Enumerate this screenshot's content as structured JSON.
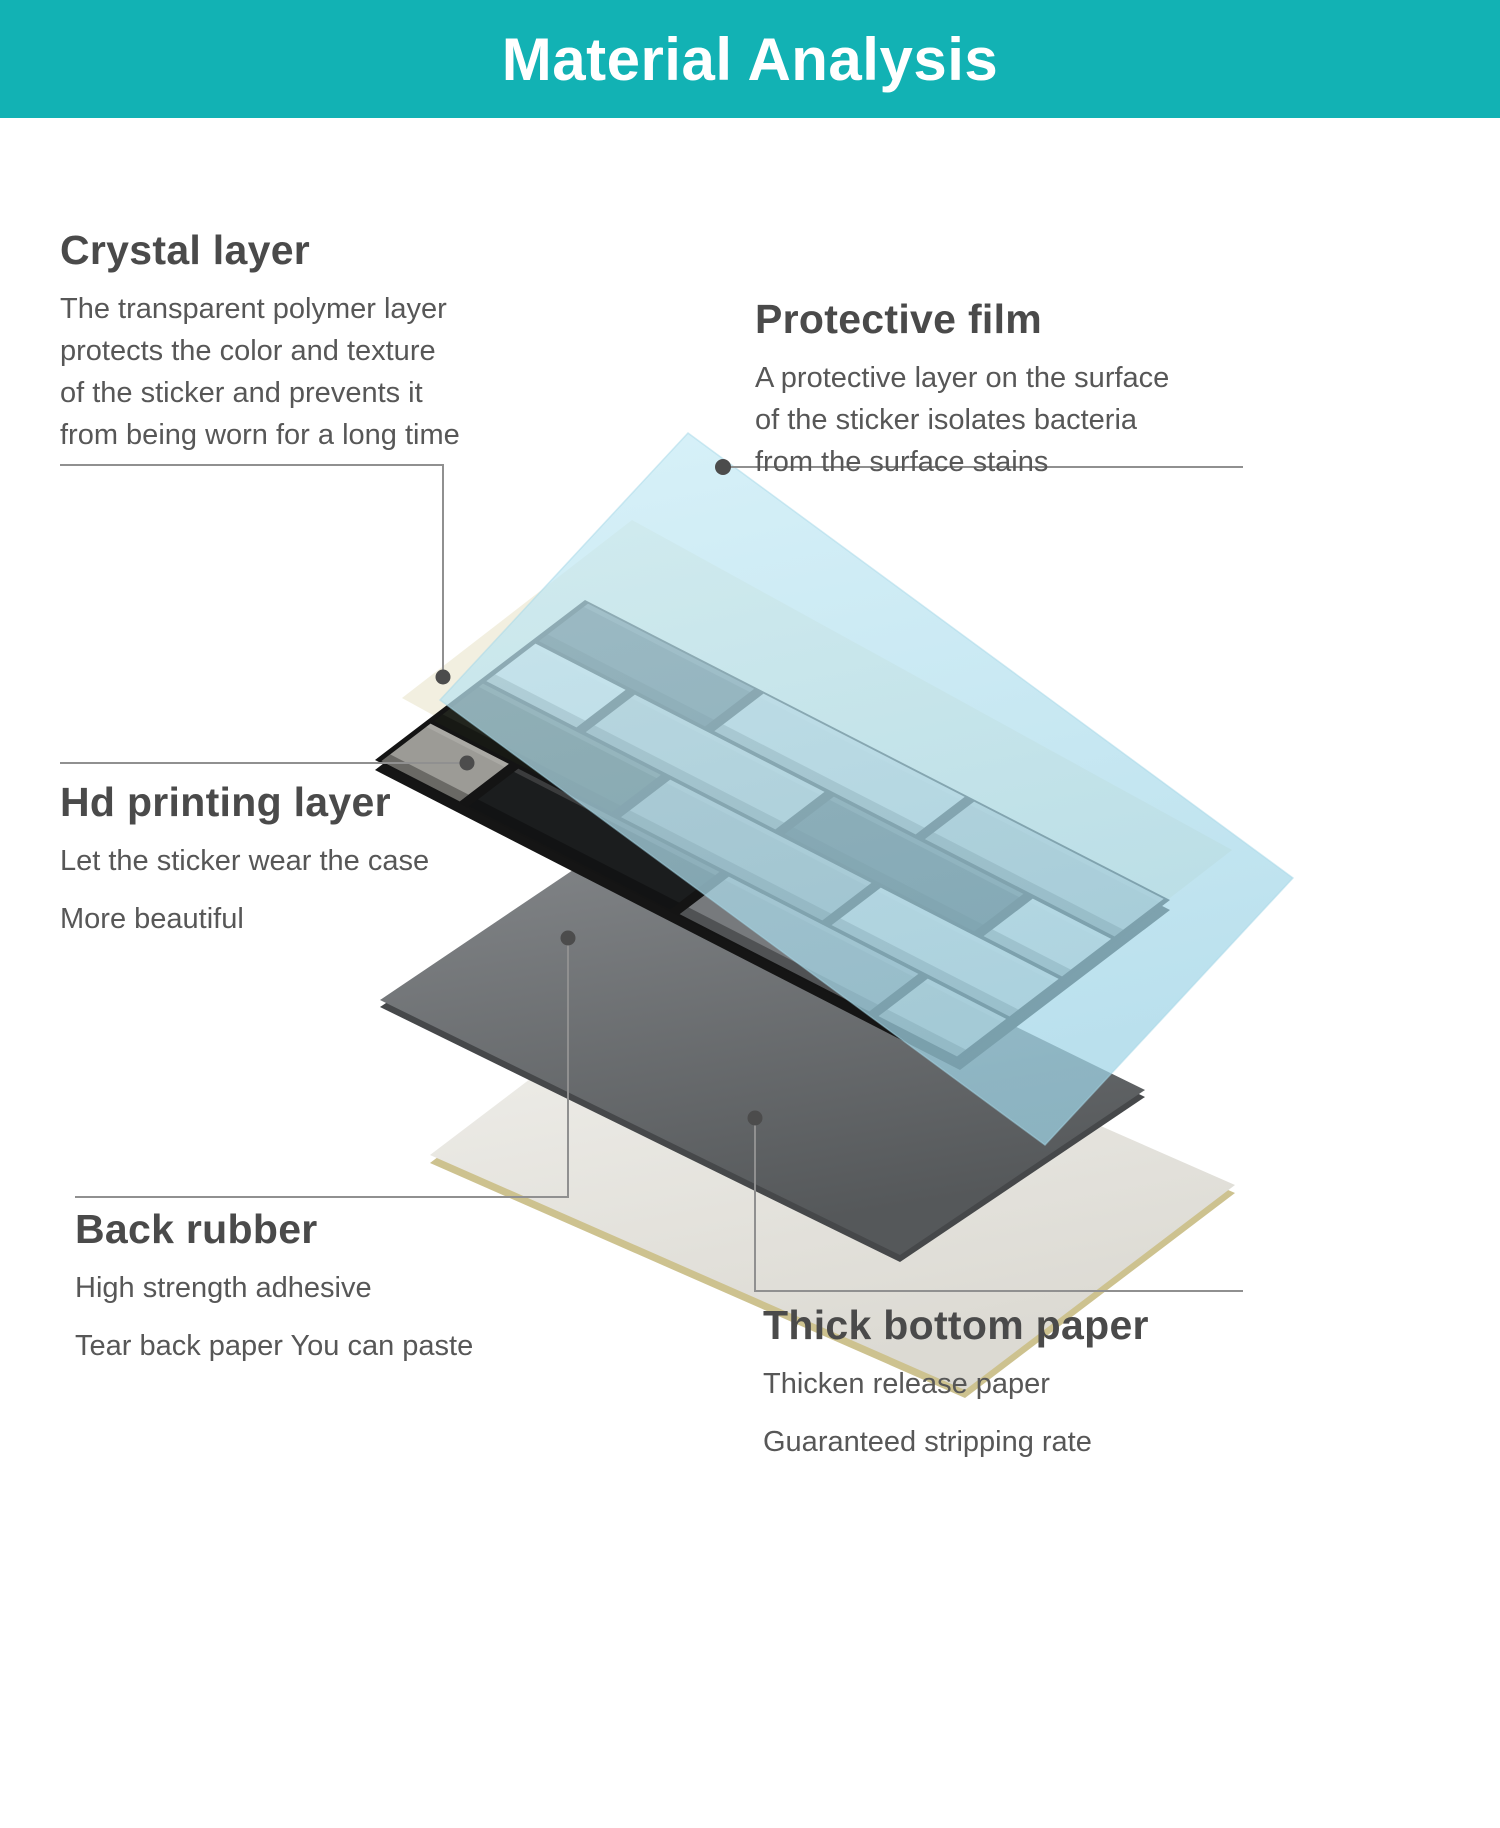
{
  "banner": {
    "title": "Material Analysis"
  },
  "sections": {
    "crystal": {
      "heading": "Crystal layer",
      "body": "The transparent polymer layer\nprotects the color and texture\nof the sticker and prevents it\nfrom being worn for a long time"
    },
    "film": {
      "heading": "Protective film",
      "body": "A protective layer on the surface\nof the sticker isolates bacteria\nfrom the surface stains"
    },
    "hd": {
      "heading": "Hd printing layer",
      "line1": "Let the sticker wear the case",
      "line2": "More beautiful"
    },
    "back": {
      "heading": "Back rubber",
      "line1": "High strength adhesive",
      "line2": "Tear back paper You can paste"
    },
    "bottom": {
      "heading": "Thick bottom paper",
      "line1": "Thicken release paper",
      "line2": "Guaranteed stripping rate"
    }
  },
  "colors": {
    "accent": "#12b2b4",
    "heading_text": "#4a4a4a",
    "body_text": "#575757",
    "film_light": "#c9ecf6",
    "film_dark": "#9fd4e6",
    "crystal": "#f1eedd",
    "grout": "#141414",
    "tile_edge": "#151515",
    "rubber_light": "#85888b",
    "rubber_dark": "#55585a",
    "rubber_edge": "#46484a",
    "paper_light": "#f2f1ed",
    "paper_dark": "#dcdad3",
    "paper_edge": "#cdc28f",
    "leader_line": "#909090",
    "dot": "#4c4c4c"
  },
  "diagram": {
    "layers": [
      "protective-film",
      "crystal-layer",
      "hd-printing-layer",
      "back-rubber",
      "thick-bottom-paper"
    ],
    "tile_rows": [
      [
        {
          "w": 0.3,
          "c": "#3f4447"
        },
        {
          "w": 0.36,
          "c": "#c6c9c8"
        },
        {
          "w": 0.34,
          "c": "#adb1b0"
        }
      ],
      [
        {
          "w": 0.17,
          "c": "#d9dad8"
        },
        {
          "w": 0.34,
          "c": "#b0b3b2"
        },
        {
          "w": 0.34,
          "c": "#2c3133"
        },
        {
          "w": 0.15,
          "c": "#cbcdcc"
        }
      ],
      [
        {
          "w": 0.32,
          "c": "#22251e"
        },
        {
          "w": 0.36,
          "c": "#8e9192"
        },
        {
          "w": 0.32,
          "c": "#c3c5c4"
        }
      ],
      [
        {
          "w": 0.15,
          "c": "#9c9b96"
        },
        {
          "w": 0.36,
          "c": "#1b1d1e"
        },
        {
          "w": 0.34,
          "c": "#777a7d"
        },
        {
          "w": 0.15,
          "c": "#a9aba9"
        }
      ]
    ]
  }
}
